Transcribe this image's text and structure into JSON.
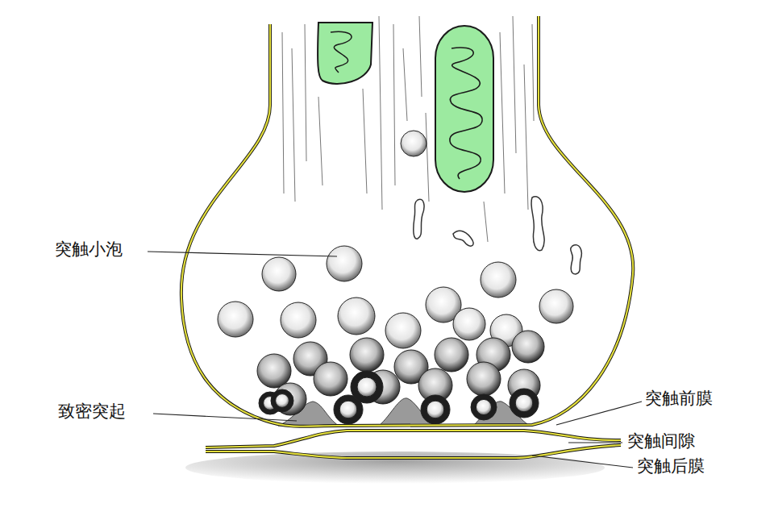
{
  "diagram": {
    "labels": [
      "突触小泡",
      "致密突起",
      "突触前膜",
      "突触间隙",
      "突触后膜"
    ]
  }
}
